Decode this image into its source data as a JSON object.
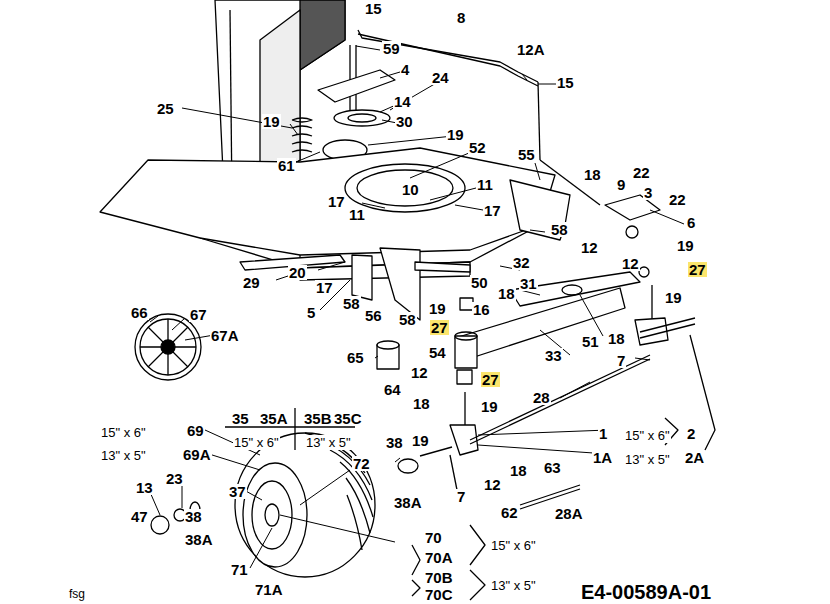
{
  "diagram": {
    "labels": [
      "15",
      "8",
      "59",
      "4",
      "24",
      "12A",
      "15",
      "25",
      "14",
      "19",
      "30",
      "19",
      "61",
      "52",
      "55",
      "10",
      "11",
      "18",
      "9",
      "22",
      "3",
      "22",
      "6",
      "17",
      "11",
      "17",
      "58",
      "12",
      "19",
      "29",
      "20",
      "17",
      "32",
      "50",
      "18",
      "31",
      "12",
      "27",
      "5",
      "58",
      "56",
      "58",
      "19",
      "16",
      "19",
      "27",
      "51",
      "18",
      "66",
      "67",
      "67A",
      "54",
      "33",
      "65",
      "7",
      "64",
      "27",
      "12",
      "18",
      "19",
      "28",
      "1",
      "15\" x 6\"",
      "2",
      "1A",
      "13\" x 5\"",
      "2A",
      "15\" x 6\"",
      "69",
      "13\" x 5\"",
      "69A",
      "35",
      "35A",
      "35B",
      "35C",
      "15\" x 6\"",
      "13\" x 5\"",
      "38",
      "19",
      "72",
      "18",
      "63",
      "12",
      "7",
      "38A",
      "13",
      "23",
      "37",
      "47",
      "38",
      "38A",
      "62",
      "28A",
      "70",
      "70A",
      "70B",
      "70C",
      "15\" x 6\"",
      "13\" x 5\"",
      "71",
      "71A",
      "fsg",
      "E4-00589A-01"
    ]
  }
}
